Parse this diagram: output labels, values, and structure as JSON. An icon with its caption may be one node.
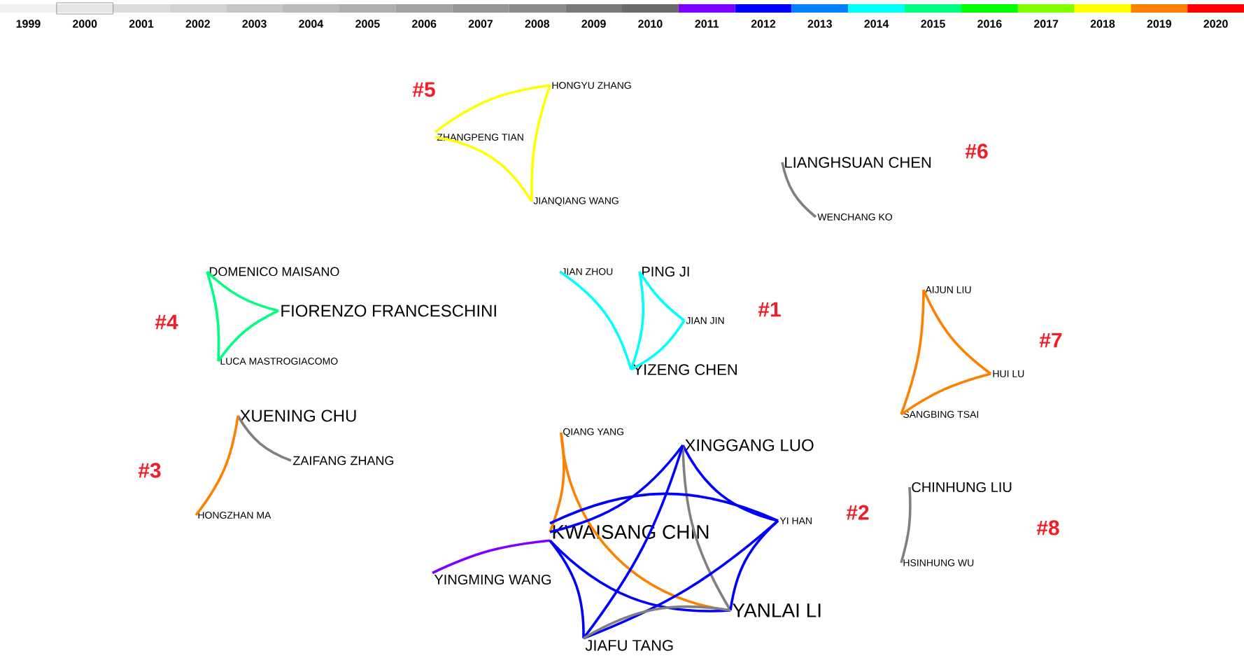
{
  "diagram": {
    "nodes": [
      {
        "text": [
          "HONGYU ZHANG"
        ]
      },
      {
        "text": [
          "ZHANGPENG TIAN"
        ]
      },
      {
        "text": [
          "JIANQIANG WANG"
        ]
      },
      {
        "text": [
          "LIANGHSUAN CHEN"
        ]
      },
      {
        "text": [
          "WENCHANG KO"
        ]
      },
      {
        "text": [
          "DOMENICO MAISANO"
        ]
      },
      {
        "text": [
          "FIORENZO FRANCESCHINI"
        ]
      },
      {
        "text": [
          "LUCA MASTROGIACOMO"
        ]
      },
      {
        "text": [
          "JIAN ZHOU"
        ]
      },
      {
        "text": [
          "PING JI"
        ]
      },
      {
        "text": [
          "JIAN JIN"
        ]
      },
      {
        "text": [
          "YIZENG CHEN"
        ]
      },
      {
        "text": [
          "AIJUN LIU"
        ]
      },
      {
        "text": [
          "HUI LU"
        ]
      },
      {
        "text": [
          "SANGBING TSAI"
        ]
      },
      {
        "text": [
          "XUENING CHU"
        ]
      },
      {
        "text": [
          "ZAIFANG ZHANG"
        ]
      },
      {
        "text": [
          "HONGZHAN MA"
        ]
      },
      {
        "text": [
          "QIANG YANG"
        ]
      },
      {
        "text": [
          "XINGGANG LUO"
        ]
      },
      {
        "text": [
          "KWAISANG CHIN"
        ]
      },
      {
        "text": [
          "YI HAN"
        ]
      },
      {
        "text": [
          "YINGMING WANG"
        ]
      },
      {
        "text": [
          "YANLAI LI"
        ]
      },
      {
        "text": [
          "JIAFU TANG"
        ]
      },
      {
        "text": [
          "CHINHUNG LIU"
        ]
      },
      {
        "text": [
          "HSINHUNG WU"
        ]
      }
    ],
    "edges": [
      {
        "from": 0,
        "to": 1,
        "arrow": "none",
        "color": "#ffff00"
      },
      {
        "from": 0,
        "to": 2,
        "arrow": "none",
        "color": "#ffff00"
      },
      {
        "from": 1,
        "to": 2,
        "arrow": "none",
        "color": "#ffff00"
      },
      {
        "from": 3,
        "to": 4,
        "arrow": "none",
        "color": "#808080"
      },
      {
        "from": 5,
        "to": 6,
        "arrow": "none",
        "color": "#00ff80"
      },
      {
        "from": 5,
        "to": 7,
        "arrow": "none",
        "color": "#00ff80"
      },
      {
        "from": 6,
        "to": 7,
        "arrow": "none",
        "color": "#00ff80"
      },
      {
        "from": 8,
        "to": 11,
        "arrow": "none",
        "color": "#00ffff"
      },
      {
        "from": 9,
        "to": 10,
        "arrow": "none",
        "color": "#00ffff"
      },
      {
        "from": 9,
        "to": 11,
        "arrow": "none",
        "color": "#00ffff"
      },
      {
        "from": 10,
        "to": 11,
        "arrow": "none",
        "color": "#00ffff"
      },
      {
        "from": 12,
        "to": 13,
        "arrow": "none",
        "color": "#ff8000"
      },
      {
        "from": 12,
        "to": 14,
        "arrow": "none",
        "color": "#ff8000"
      },
      {
        "from": 13,
        "to": 14,
        "arrow": "none",
        "color": "#ff8000"
      },
      {
        "from": 15,
        "to": 16,
        "arrow": "none",
        "color": "#808080"
      },
      {
        "from": 15,
        "to": 17,
        "arrow": "none",
        "color": "#ff8000"
      },
      {
        "from": 18,
        "to": 20,
        "arrow": "none",
        "color": "#ff8000"
      },
      {
        "from": 18,
        "to": 23,
        "arrow": "none",
        "color": "#ff8000"
      },
      {
        "from": 19,
        "to": 20,
        "arrow": "none"
      },
      {
        "from": 19,
        "to": 21,
        "arrow": "none"
      },
      {
        "from": 19,
        "to": 23,
        "arrow": "none",
        "color": "#808080"
      },
      {
        "from": 19,
        "to": 24,
        "arrow": "none"
      },
      {
        "from": 20,
        "to": 21,
        "arrow": "none"
      },
      {
        "from": 20,
        "to": 22,
        "arrow": "none",
        "color": "#8000ff"
      },
      {
        "from": 20,
        "to": 23,
        "arrow": "none"
      },
      {
        "from": 20,
        "to": 24,
        "arrow": "none"
      },
      {
        "from": 21,
        "to": 23,
        "arrow": "none"
      },
      {
        "from": 21,
        "to": 24,
        "arrow": "none"
      },
      {
        "from": 23,
        "to": 24,
        "arrow": "none",
        "color": "#808080"
      },
      {
        "from": 25,
        "to": 26,
        "arrow": "none",
        "color": "#808080"
      }
    ],
    "labels": [
      "#5",
      "#6",
      "#4",
      "#1",
      "#7",
      "#3",
      "#2",
      "#8"
    ],
    "legend": [
      {
        "text": "1999",
        "color": "#efefef"
      },
      {
        "text": "2000",
        "color": "#e6e6e6"
      },
      {
        "text": "2001",
        "color": "#dcdcdc"
      },
      {
        "text": "2002",
        "color": "#d2d2d2"
      },
      {
        "text": "2003",
        "color": "#c6c6c6"
      },
      {
        "text": "2004",
        "color": "#bababa"
      },
      {
        "text": "2005",
        "color": "#aeaeae"
      },
      {
        "text": "2006",
        "color": "#a2a2a2"
      },
      {
        "text": "2007",
        "color": "#969696"
      },
      {
        "text": "2008",
        "color": "#8a8a8a"
      },
      {
        "text": "2009",
        "color": "#7a7a7a"
      },
      {
        "text": "2010",
        "color": "#6a6a6a"
      },
      {
        "text": "2011",
        "color": "#8000ff"
      },
      {
        "text": "2012",
        "color": "#0000ff"
      },
      {
        "text": "2013",
        "color": "#0080ff"
      },
      {
        "text": "2014",
        "color": "#00ffff"
      },
      {
        "text": "2015",
        "color": "#00ff80"
      },
      {
        "text": "2016",
        "color": "#00ff00"
      },
      {
        "text": "2017",
        "color": "#80ff00"
      },
      {
        "text": "2018",
        "color": "#ffff00"
      },
      {
        "text": "2019",
        "color": "#ff8000"
      },
      {
        "text": "2020",
        "color": "#ff0000"
      }
    ]
  }
}
